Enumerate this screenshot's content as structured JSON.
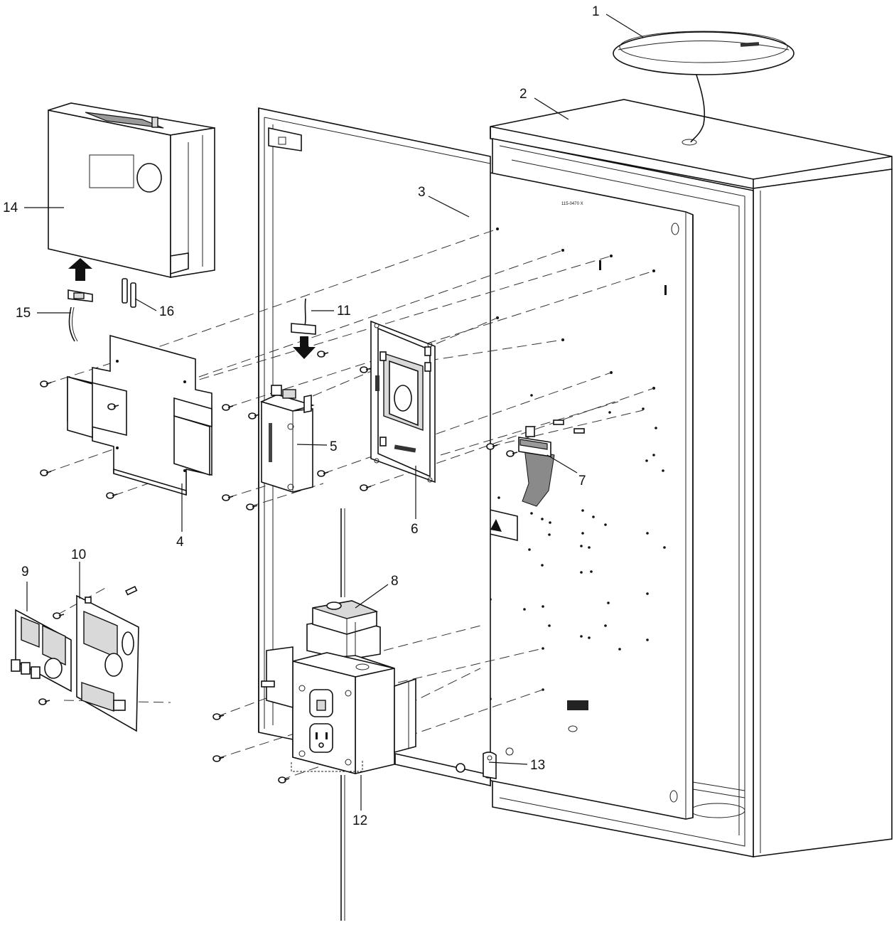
{
  "diagram": {
    "callouts": [
      {
        "id": "1",
        "label": "1"
      },
      {
        "id": "2",
        "label": "2"
      },
      {
        "id": "3",
        "label": "3"
      },
      {
        "id": "4",
        "label": "4"
      },
      {
        "id": "5",
        "label": "5"
      },
      {
        "id": "6",
        "label": "6"
      },
      {
        "id": "7",
        "label": "7"
      },
      {
        "id": "8",
        "label": "8"
      },
      {
        "id": "9",
        "label": "9"
      },
      {
        "id": "10",
        "label": "10"
      },
      {
        "id": "11",
        "label": "11"
      },
      {
        "id": "12",
        "label": "12"
      },
      {
        "id": "13",
        "label": "13"
      },
      {
        "id": "14",
        "label": "14"
      },
      {
        "id": "15",
        "label": "15"
      },
      {
        "id": "16",
        "label": "16"
      }
    ],
    "panel_marking": "115-0470 X"
  }
}
